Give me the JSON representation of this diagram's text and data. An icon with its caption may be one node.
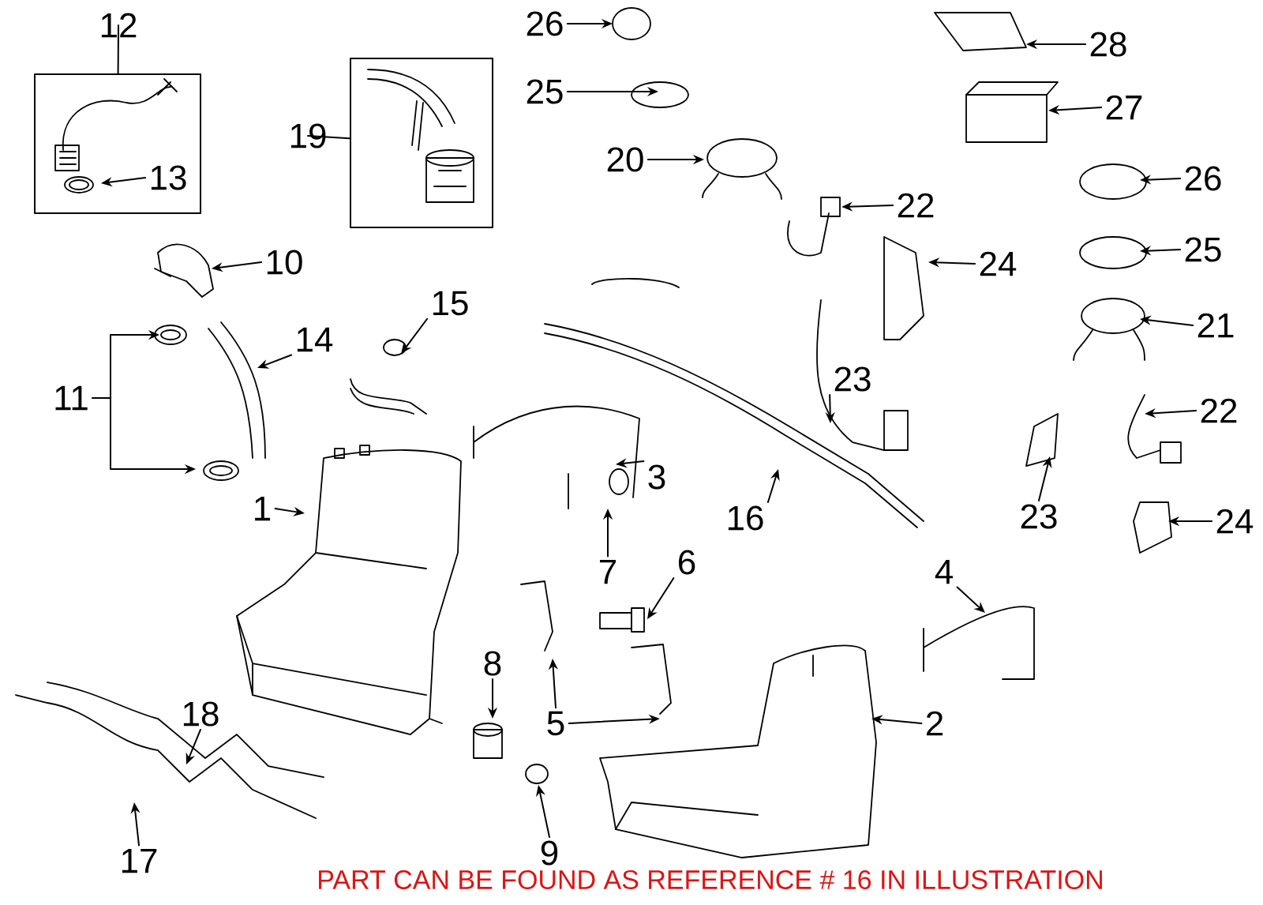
{
  "diagram": {
    "nodes": [
      {
        "text": [],
        "shape": "box"
      },
      {
        "text": [
          "12"
        ]
      },
      {
        "text": [
          "13"
        ],
        "in": 0
      },
      {
        "text": [],
        "shape": "box"
      },
      {
        "text": [
          "19"
        ]
      },
      {
        "text": [
          "26"
        ]
      },
      {
        "text": [
          "28"
        ]
      },
      {
        "text": [
          "25"
        ]
      },
      {
        "text": [
          "27"
        ]
      },
      {
        "text": [
          "20"
        ]
      },
      {
        "text": [
          "22"
        ]
      },
      {
        "text": [
          "26"
        ]
      },
      {
        "text": [
          "10"
        ]
      },
      {
        "text": [
          "24"
        ]
      },
      {
        "text": [
          "25"
        ]
      },
      {
        "text": [
          "15"
        ]
      },
      {
        "text": [
          "14"
        ]
      },
      {
        "text": [
          "21"
        ]
      },
      {
        "text": [
          "11"
        ]
      },
      {
        "text": [
          "23"
        ]
      },
      {
        "text": [
          "22"
        ]
      },
      {
        "text": [
          "3"
        ]
      },
      {
        "text": [
          "1"
        ]
      },
      {
        "text": [
          "16"
        ]
      },
      {
        "text": [
          "23"
        ]
      },
      {
        "text": [
          "24"
        ]
      },
      {
        "text": [
          "7"
        ]
      },
      {
        "text": [
          "6"
        ]
      },
      {
        "text": [
          "4"
        ]
      },
      {
        "text": [
          "8"
        ]
      },
      {
        "text": [
          "18"
        ]
      },
      {
        "text": [
          "5"
        ]
      },
      {
        "text": [
          "2"
        ]
      },
      {
        "text": [
          "17"
        ]
      },
      {
        "text": [
          "9"
        ]
      }
    ],
    "edges": [
      {
        "from": 1,
        "to": 0,
        "arrow": "none"
      },
      {
        "from": 2,
        "to": null,
        "arrow": "to"
      },
      {
        "from": 4,
        "to": 3,
        "arrow": "none"
      },
      {
        "from": 5,
        "to": null,
        "arrow": "to"
      },
      {
        "from": 6,
        "to": null,
        "arrow": "to"
      },
      {
        "from": 7,
        "to": null,
        "arrow": "to"
      },
      {
        "from": 8,
        "to": null,
        "arrow": "to"
      },
      {
        "from": 9,
        "to": null,
        "arrow": "to"
      },
      {
        "from": 10,
        "to": null,
        "arrow": "to"
      },
      {
        "from": 11,
        "to": null,
        "arrow": "to"
      },
      {
        "from": 12,
        "to": null,
        "arrow": "to"
      },
      {
        "from": 13,
        "to": null,
        "arrow": "to"
      },
      {
        "from": 14,
        "to": null,
        "arrow": "to"
      },
      {
        "from": 15,
        "to": null,
        "arrow": "to"
      },
      {
        "from": 16,
        "to": null,
        "arrow": "to"
      },
      {
        "from": 17,
        "to": null,
        "arrow": "to"
      },
      {
        "from": 18,
        "to": null,
        "arrow": "to"
      },
      {
        "from": 18,
        "to": null,
        "arrow": "to"
      },
      {
        "from": 19,
        "to": null,
        "arrow": "to"
      },
      {
        "from": 20,
        "to": null,
        "arrow": "to"
      },
      {
        "from": 21,
        "to": null,
        "arrow": "to"
      },
      {
        "from": 22,
        "to": null,
        "arrow": "to"
      },
      {
        "from": 23,
        "to": null,
        "arrow": "to"
      },
      {
        "from": 24,
        "to": null,
        "arrow": "to"
      },
      {
        "from": 25,
        "to": null,
        "arrow": "to"
      },
      {
        "from": 26,
        "to": null,
        "arrow": "to"
      },
      {
        "from": 27,
        "to": null,
        "arrow": "to"
      },
      {
        "from": 28,
        "to": null,
        "arrow": "to"
      },
      {
        "from": 29,
        "to": null,
        "arrow": "to"
      },
      {
        "from": 30,
        "to": null,
        "arrow": "to"
      },
      {
        "from": 31,
        "to": null,
        "arrow": "to"
      },
      {
        "from": 31,
        "to": null,
        "arrow": "to"
      },
      {
        "from": 32,
        "to": null,
        "arrow": "to"
      },
      {
        "from": 33,
        "to": null,
        "arrow": "to"
      },
      {
        "from": 34,
        "to": null,
        "arrow": "to"
      }
    ],
    "labels": [
      "PART CAN BE FOUND AS REFERENCE # 16 IN ILLUSTRATION"
    ]
  }
}
